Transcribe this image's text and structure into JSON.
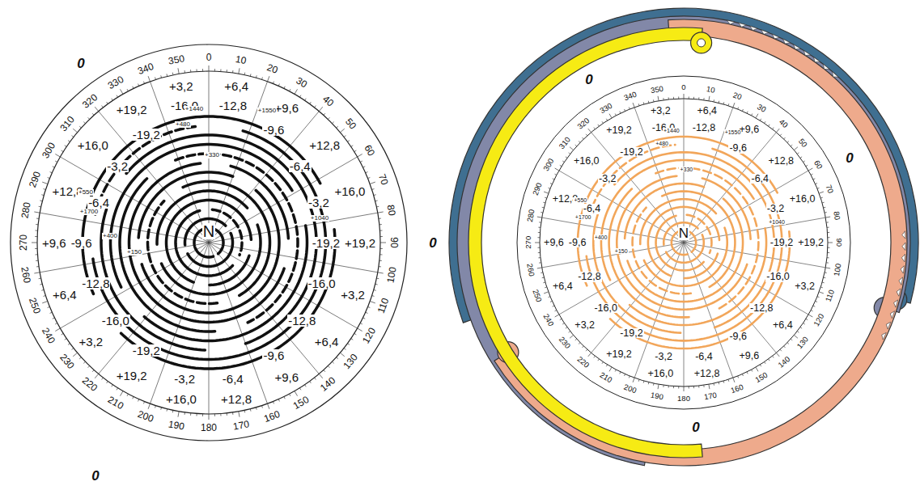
{
  "diagram": {
    "labels": [
      "0",
      "10",
      "20",
      "30",
      "40",
      "50",
      "60",
      "70",
      "80",
      "90",
      "100",
      "110",
      "120",
      "130",
      "140",
      "150",
      "160",
      "170",
      "180",
      "190",
      "200",
      "210",
      "220",
      "230",
      "240",
      "250",
      "260",
      "270",
      "280",
      "290",
      "300",
      "310",
      "320",
      "330",
      "340",
      "350",
      "+3,2",
      "-16,0",
      "+6,4",
      "-12,8",
      "+9,6",
      "-9,6",
      "+12,8",
      "-6,4",
      "+16,0",
      "-3,2",
      "+19,2",
      "-19,2",
      "+3,2",
      "-16,0",
      "+6,4",
      "-12,8",
      "+9,6",
      "-9,6",
      "+12,8",
      "-6,4",
      "+16,0",
      "-3,2",
      "+19,2",
      "-19,2",
      "+3,2",
      "-16,0",
      "+6,4",
      "-12,8",
      "+9,6",
      "-9,6",
      "+12,8",
      "-6,4",
      "+16,0",
      "-3,2",
      "+19,2",
      "-19,2",
      "+1440",
      "+1550",
      "+480",
      "+330",
      "+1040",
      "+1700",
      "+550",
      "+400",
      "+150",
      "N",
      "0",
      "0",
      "0",
      "10",
      "20",
      "30",
      "40",
      "50",
      "60",
      "70",
      "80",
      "90",
      "100",
      "110",
      "120",
      "130",
      "140",
      "150",
      "160",
      "170",
      "180",
      "190",
      "200",
      "210",
      "220",
      "230",
      "240",
      "250",
      "260",
      "270",
      "280",
      "290",
      "300",
      "310",
      "320",
      "330",
      "340",
      "350",
      "+3,2",
      "-16,0",
      "+6,4",
      "-12,8",
      "+9,6",
      "-9,6",
      "+12,8",
      "-6,4",
      "+16,0",
      "-3,2",
      "+19,2",
      "-19,2",
      "+3,2",
      "-16,0",
      "+6,4",
      "-12,8",
      "+9,6",
      "-9,6",
      "+12,8",
      "-6,4",
      "+16,0",
      "-3,2",
      "+19,2",
      "-19,2",
      "+3,2",
      "-16,0",
      "+6,4",
      "-12,8",
      "+9,6",
      "-9,6",
      "+12,8",
      "-6,4",
      "+16,0",
      "-3,2",
      "+19,2",
      "-19,2",
      "+1440",
      "+1550",
      "+480",
      "+330",
      "+1040",
      "+1700",
      "+550",
      "+400",
      "+150",
      "N",
      "0",
      "0",
      "0",
      "0"
    ]
  }
}
